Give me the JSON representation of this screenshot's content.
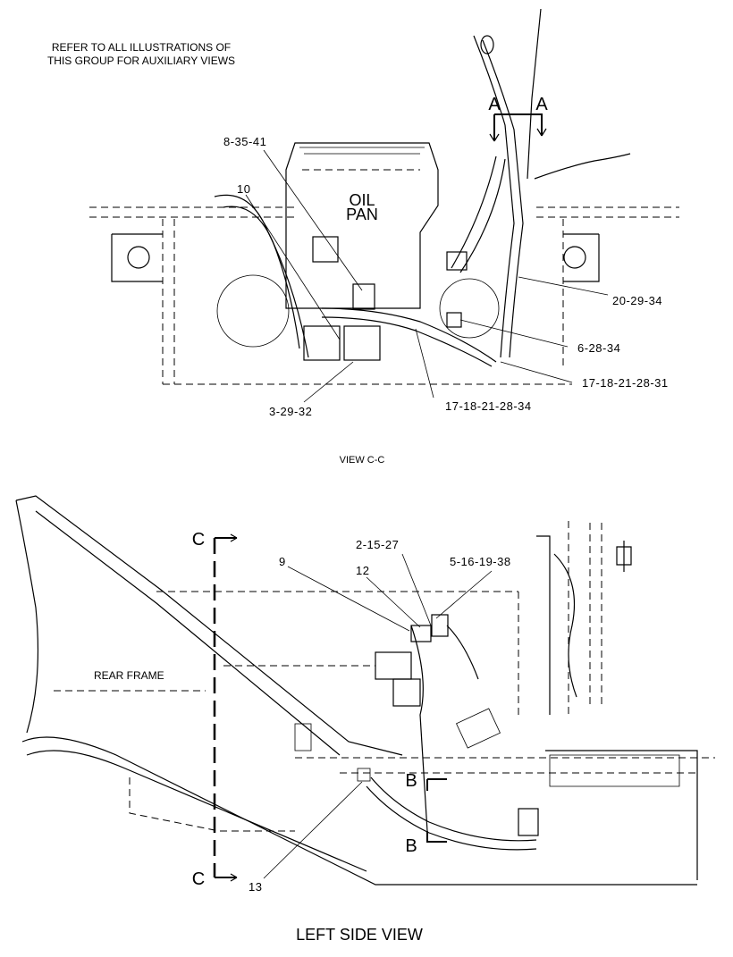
{
  "notes": {
    "line1": "REFER TO ALL ILLUSTRATIONS OF",
    "line2": "THIS GROUP FOR AUXILIARY VIEWS"
  },
  "view_cc": {
    "caption": "VIEW C-C",
    "oil_pan_1": "OIL",
    "oil_pan_2": "PAN",
    "section_a": "A",
    "callouts": {
      "c1": "8-35-41",
      "c2": "10",
      "c3": "20-29-34",
      "c4": "6-28-34",
      "c5": "17-18-21-28-31",
      "c6": "17-18-21-28-34",
      "c7": "3-29-32"
    }
  },
  "left_side": {
    "caption": "LEFT SIDE VIEW",
    "rear_frame": "REAR FRAME",
    "section_c": "C",
    "section_b": "B",
    "callouts": {
      "c1": "2-15-27",
      "c2": "9",
      "c3": "5-16-19-38",
      "c4": "12",
      "c5": "13"
    }
  }
}
